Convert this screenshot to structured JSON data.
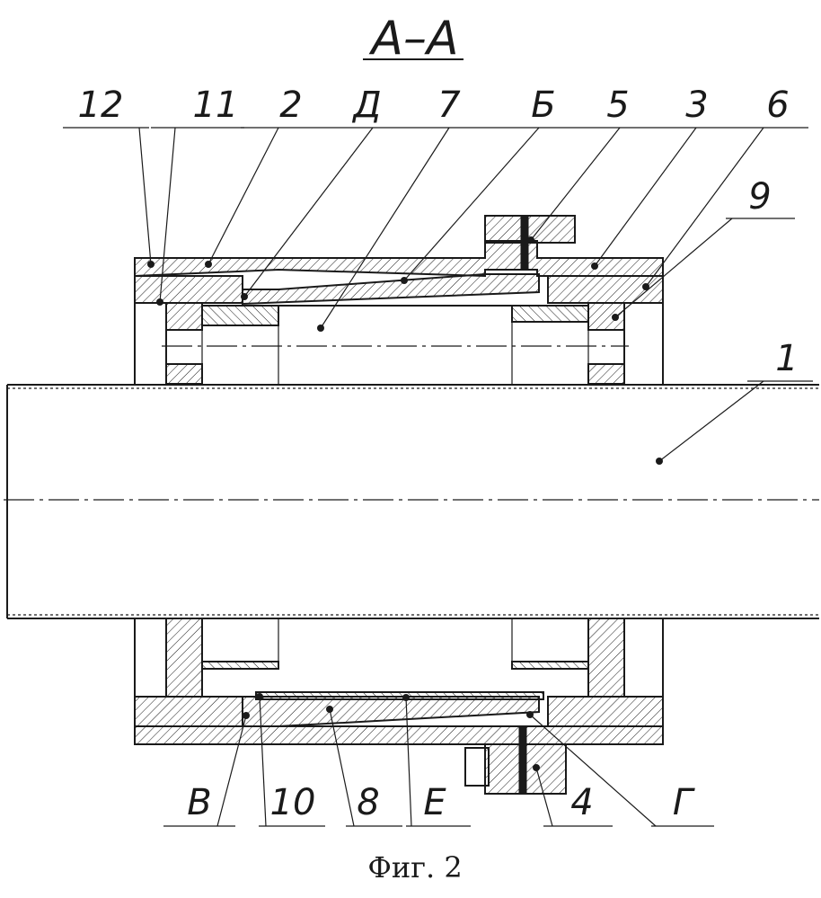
{
  "section_title": "А–А",
  "caption": "Фиг. 2",
  "callouts_top": [
    "12",
    "11",
    "2",
    "Д",
    "7",
    "Б",
    "5",
    "3",
    "6",
    "9"
  ],
  "callout_right": "1",
  "callouts_bottom": [
    "В",
    "10",
    "8",
    "Е",
    "4",
    "Г"
  ]
}
